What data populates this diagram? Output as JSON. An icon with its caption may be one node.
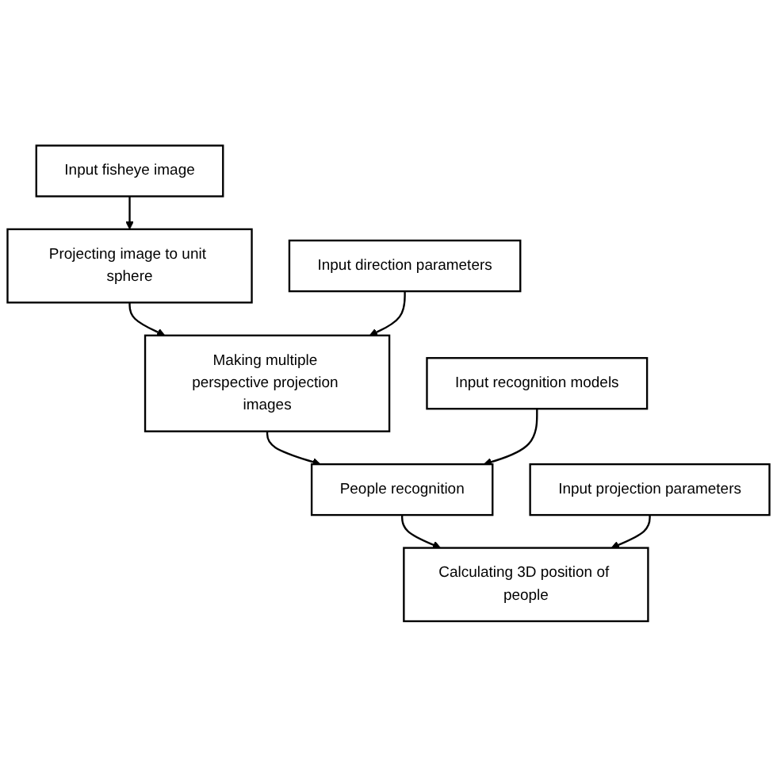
{
  "diagram": {
    "nodes": [
      {
        "text": [
          "Input fisheye image"
        ]
      },
      {
        "text": [
          "Projecting image to unit sphere"
        ]
      },
      {
        "text": [
          "Making multiple perspective projection images"
        ]
      },
      {
        "text": [
          "Input direction parameters"
        ]
      },
      {
        "text": [
          "People recognition"
        ]
      },
      {
        "text": [
          "Input recognition models"
        ]
      },
      {
        "text": [
          "Calculating 3D position of people"
        ]
      },
      {
        "text": [
          "Input projection parameters"
        ]
      }
    ],
    "edges": [
      {
        "from": 0,
        "to": 1,
        "arrow": "to"
      },
      {
        "from": 1,
        "to": 2,
        "arrow": "to"
      },
      {
        "from": 3,
        "to": 2,
        "arrow": "to"
      },
      {
        "from": 2,
        "to": 4,
        "arrow": "to"
      },
      {
        "from": 5,
        "to": 4,
        "arrow": "to"
      },
      {
        "from": 4,
        "to": 6,
        "arrow": "to"
      },
      {
        "from": 7,
        "to": 6,
        "arrow": "to"
      }
    ]
  }
}
